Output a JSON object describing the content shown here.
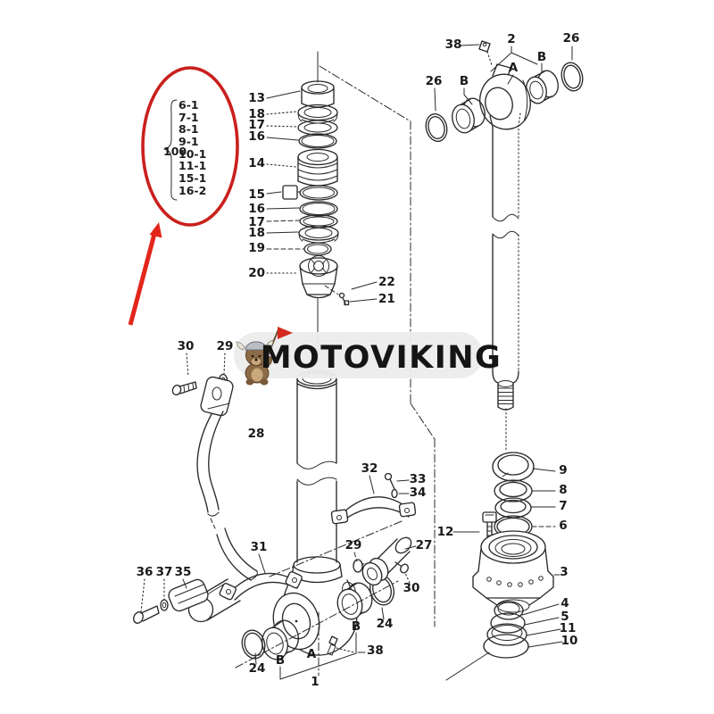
{
  "canvas": {
    "background": "#ffffff",
    "line_color": "#2a2a2a"
  },
  "highlight": {
    "circle_color": "#c9201d",
    "arrow_color": "#e2261b",
    "group_label": "100",
    "group_items": [
      "6-1",
      "7-1",
      "8-1",
      "9-1",
      "10-1",
      "11-1",
      "15-1",
      "16-2"
    ]
  },
  "watermark": {
    "brand": "MOTOVIKING",
    "pill_color": "#ececec",
    "text_color": "#151515",
    "mascot": "viking-dog-mascot",
    "flag_color": "#d42a1e"
  },
  "callouts": [
    {
      "id": "top-pin",
      "t": "38"
    },
    {
      "id": "rod-assy",
      "t": "2"
    },
    {
      "id": "snap-ring-right",
      "t": "26"
    },
    {
      "id": "bushing-right",
      "t": "B"
    },
    {
      "id": "rod-eye-axis",
      "t": "A"
    },
    {
      "id": "bushing-left",
      "t": "B"
    },
    {
      "id": "snap-ring-left",
      "t": "26"
    },
    {
      "id": "stack-13",
      "t": "13"
    },
    {
      "id": "stack-18a",
      "t": "18"
    },
    {
      "id": "stack-17a",
      "t": "17"
    },
    {
      "id": "stack-16a",
      "t": "16"
    },
    {
      "id": "stack-14",
      "t": "14"
    },
    {
      "id": "stack-15",
      "t": "15"
    },
    {
      "id": "stack-16b",
      "t": "16"
    },
    {
      "id": "stack-17b",
      "t": "17"
    },
    {
      "id": "stack-18b",
      "t": "18"
    },
    {
      "id": "stack-19",
      "t": "19"
    },
    {
      "id": "stack-20",
      "t": "20"
    },
    {
      "id": "stack-22",
      "t": "22"
    },
    {
      "id": "stack-21",
      "t": "21"
    },
    {
      "id": "pipe-bolt",
      "t": "30"
    },
    {
      "id": "pipe-washer",
      "t": "29"
    },
    {
      "id": "pipe",
      "t": "28"
    },
    {
      "id": "clamp-band",
      "t": "32"
    },
    {
      "id": "clamp-bolt",
      "t": "33"
    },
    {
      "id": "clamp-washer",
      "t": "34"
    },
    {
      "id": "seal-9",
      "t": "9"
    },
    {
      "id": "seal-8",
      "t": "8"
    },
    {
      "id": "seal-7",
      "t": "7"
    },
    {
      "id": "seal-6",
      "t": "6"
    },
    {
      "id": "head-bolt",
      "t": "12"
    },
    {
      "id": "cylinder-head",
      "t": "3"
    },
    {
      "id": "ring-4",
      "t": "4"
    },
    {
      "id": "ring-5",
      "t": "5"
    },
    {
      "id": "ring-11",
      "t": "11"
    },
    {
      "id": "ring-10",
      "t": "10"
    },
    {
      "id": "elbow-washer",
      "t": "29"
    },
    {
      "id": "elbow-fitting",
      "t": "27"
    },
    {
      "id": "elbow-bolt",
      "t": "30"
    },
    {
      "id": "lower-clamp",
      "t": "31"
    },
    {
      "id": "foot-bolt",
      "t": "36"
    },
    {
      "id": "foot-washer",
      "t": "37"
    },
    {
      "id": "foot-clamp",
      "t": "35"
    },
    {
      "id": "snapring-24-left",
      "t": "24"
    },
    {
      "id": "bushing-b-left",
      "t": "B"
    },
    {
      "id": "bottom-axis",
      "t": "A"
    },
    {
      "id": "cylinder-assy",
      "t": "1"
    },
    {
      "id": "bushing-b-right",
      "t": "B"
    },
    {
      "id": "grease-fitting",
      "t": "38"
    },
    {
      "id": "snapring-24-right",
      "t": "24"
    }
  ]
}
